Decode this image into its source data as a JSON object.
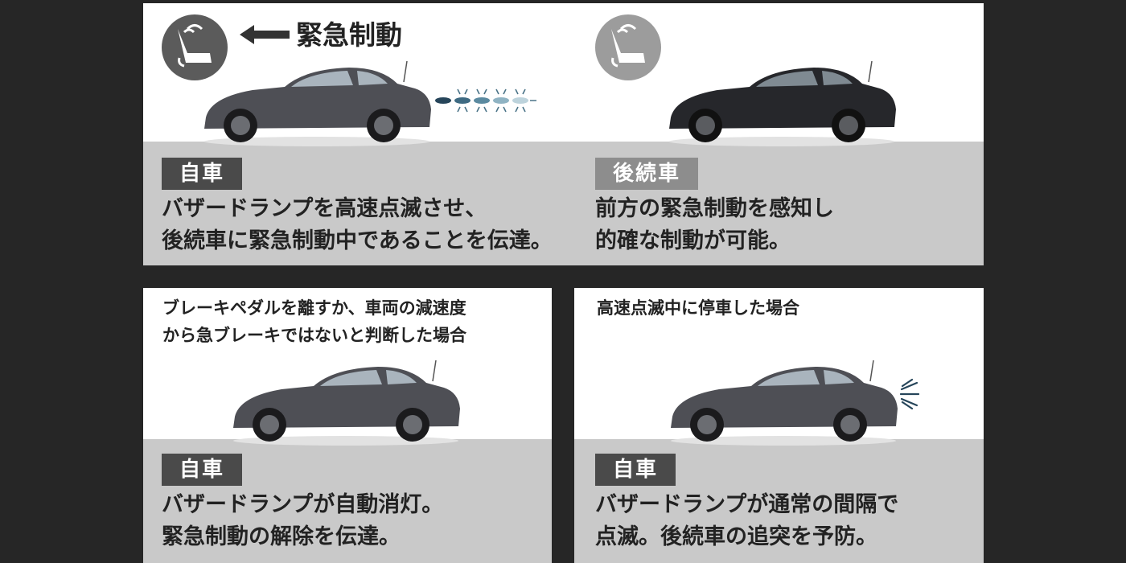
{
  "top": {
    "caption": "緊急制動",
    "left_tag": "自車",
    "left_desc_lines": [
      "バザードランプを高速点滅させ、",
      "後続車に緊急制動中であることを伝達。"
    ],
    "right_tag": "後続車",
    "right_desc_lines": [
      "前方の緊急制動を感知し",
      "的確な制動が可能。"
    ]
  },
  "bottom_left": {
    "condition_lines": [
      "ブレーキペダルを離すか、車両の減速度",
      "から急ブレーキではないと判断した場合"
    ],
    "tag": "自車",
    "desc_lines": [
      "バザードランプが自動消灯。",
      "緊急制動の解除を伝達。"
    ]
  },
  "bottom_right": {
    "condition_lines": [
      "高速点滅中に停車した場合"
    ],
    "tag": "自車",
    "desc_lines": [
      "バザードランプが通常の間隔で",
      "点滅。後続車の追突を予防。"
    ]
  },
  "colors": {
    "page_background": "#262626",
    "panel_upper": "#ffffff",
    "panel_lower": "#c9c9c9",
    "tag_own_car": "#4a4a4a",
    "tag_following_car": "#8d8d8d",
    "car_body": "#4e4f55",
    "car_body_dark": "#26272b",
    "hazard_light": "#5b7a8c"
  },
  "icons": [
    "brake-pedal-icon",
    "arrow-left-icon",
    "hazard-light-flash-icon",
    "car-illustration"
  ]
}
